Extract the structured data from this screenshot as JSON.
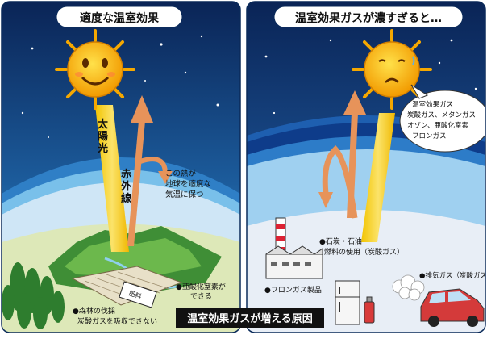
{
  "left_panel": {
    "title": "適度な温室効果",
    "sun_label": "太陽光",
    "infrared_label": "赤外線",
    "heat_note": [
      "この熱が",
      "地球を適度な",
      "気温に保つ"
    ],
    "deforestation_label": [
      "●森林の伐採",
      "炭酸ガスを吸収できない"
    ],
    "nitrogen_label": [
      "●亜酸化窒素が",
      "できる"
    ],
    "fertilizer_bag_label": "肥料"
  },
  "right_panel": {
    "title": "温室効果ガスが濃すぎると…",
    "gas_bubble": [
      "温室効果ガス",
      "炭酸ガス、メタンガス",
      "オゾン、亜酸化窒素",
      "フロンガス"
    ],
    "coal_oil_label": [
      "●石炭・石油",
      "燃料の使用（炭酸ガス）"
    ],
    "freon_label": "●フロンガス製品",
    "exhaust_label": "●排気ガス（炭酸ガス）"
  },
  "footer_caption": "温室効果ガスが増える原因",
  "colors": {
    "sky_top": "#0a2a5c",
    "sky_mid": "#1a5a9a",
    "atmosphere": "#3c8fd0",
    "sun": "#f5a800",
    "beam": "#f5d020",
    "arrow": "#e08a40",
    "ground": "#d8e6b0",
    "forest": "#4f9a3a"
  }
}
